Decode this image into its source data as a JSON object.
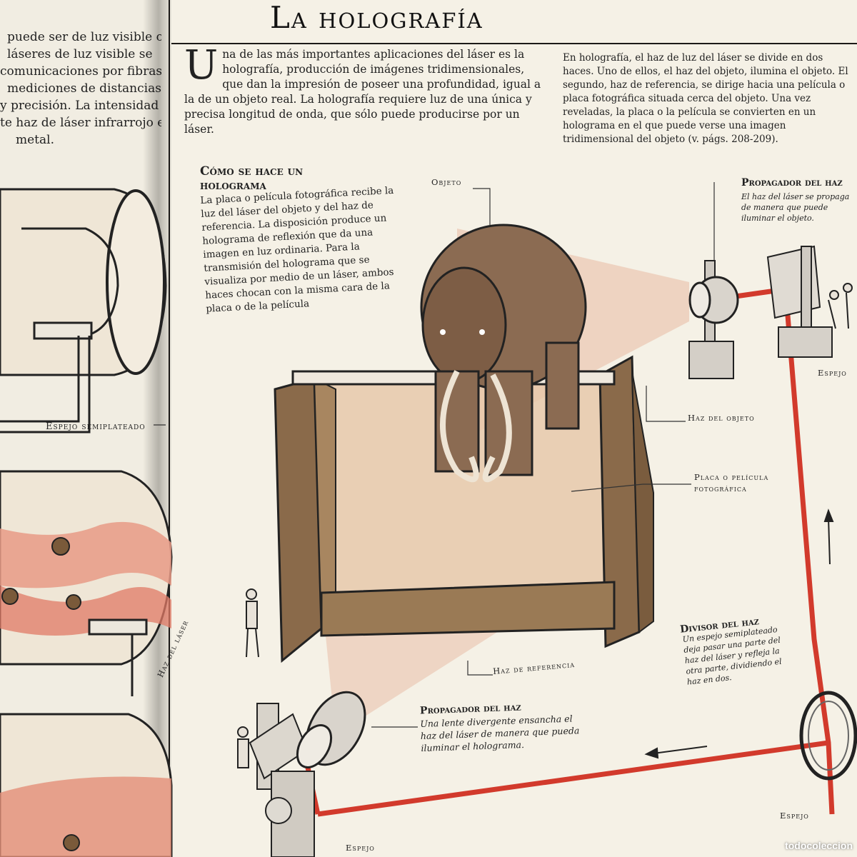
{
  "left_page": {
    "lines": [
      "puede ser de luz visible o",
      "láseres de luz visible se",
      "comunicaciones por fibras",
      "mediciones de distancias",
      "y precisión. La intensidad",
      "te haz de láser infrarrojo es",
      "metal."
    ],
    "label_mirror": "Espejo semiplateado",
    "label_beam": "Haz del láser"
  },
  "right_page": {
    "title": "La holografía",
    "intro_dropcap": "U",
    "intro": "na de las más importantes aplicaciones del láser es la holografía, producción de imágenes tridimensionales, que dan la impresión de poseer una profundidad, igual a la de un objeto real. La holografía requiere luz de una única y precisa longitud de onda, que sólo puede producirse por un láser.",
    "column2": "En holografía, el haz de luz del láser se divide en dos haces. Uno de ellos, el haz del objeto, ilumina el objeto. El segundo, haz de referencia, se dirige hacia una película o placa fotográfica situada cerca del objeto. Una vez reveladas, la placa o la película se convierten en un holograma en el que puede verse una imagen tridimensional del objeto (v. págs. 208-209).",
    "howto_title": "Cómo se hace un holograma",
    "howto_text": "La placa o película fotográfica recibe la luz del láser del objeto y del haz de referencia. La disposición produce un holograma de reflexión que da una imagen en luz ordinaria. Para la transmisión del holograma que se visualiza por medio de un láser, ambos haces chocan con la misma cara de la placa o de la película",
    "labels": {
      "objeto": "Objeto",
      "haz_objeto": "Haz del objeto",
      "placa": "Placa o película fotográfica",
      "haz_referencia": "Haz de referencia",
      "espejo_right": "Espejo",
      "espejo_bottom_right": "Espejo",
      "espejo_bottom": "Espejo"
    },
    "callouts": {
      "propagador_top_title": "Propagador del haz",
      "propagador_top_text": "El haz del láser se propaga de manera que puede iluminar el objeto.",
      "divisor_title": "Divisor del haz",
      "divisor_text": "Un espejo semiplateado deja pasar una parte del haz del láser y refleja la otra parte, dividiendo el haz en dos.",
      "propagador_bottom_title": "Propagador del haz",
      "propagador_bottom_text": "Una lente divergente ensancha el haz del láser de manera que pueda iluminar el holograma."
    }
  },
  "watermark": "todocoleccion",
  "colors": {
    "laser": "#d23a2c",
    "wood": "#8a6a4a",
    "mammoth": "#8b6b52",
    "beam_glow": "#e8b9a2",
    "page": "#f5f1e6"
  }
}
